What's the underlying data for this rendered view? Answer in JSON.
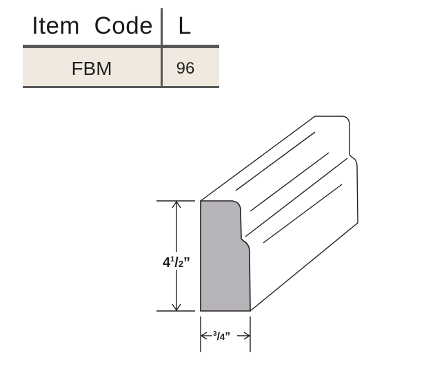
{
  "table": {
    "headers": [
      "Item  Code",
      "L"
    ],
    "rows": [
      [
        "FBM",
        "96"
      ]
    ]
  },
  "diagram": {
    "height_label": {
      "whole": "4",
      "num": "1",
      "den": "2",
      "unit": "”"
    },
    "width_label": {
      "num": "3",
      "den": "4",
      "unit": "”"
    },
    "colors": {
      "profile_fill": "#b7b4b9",
      "row_bg": "#efe9df",
      "rule": "#58595b"
    }
  }
}
